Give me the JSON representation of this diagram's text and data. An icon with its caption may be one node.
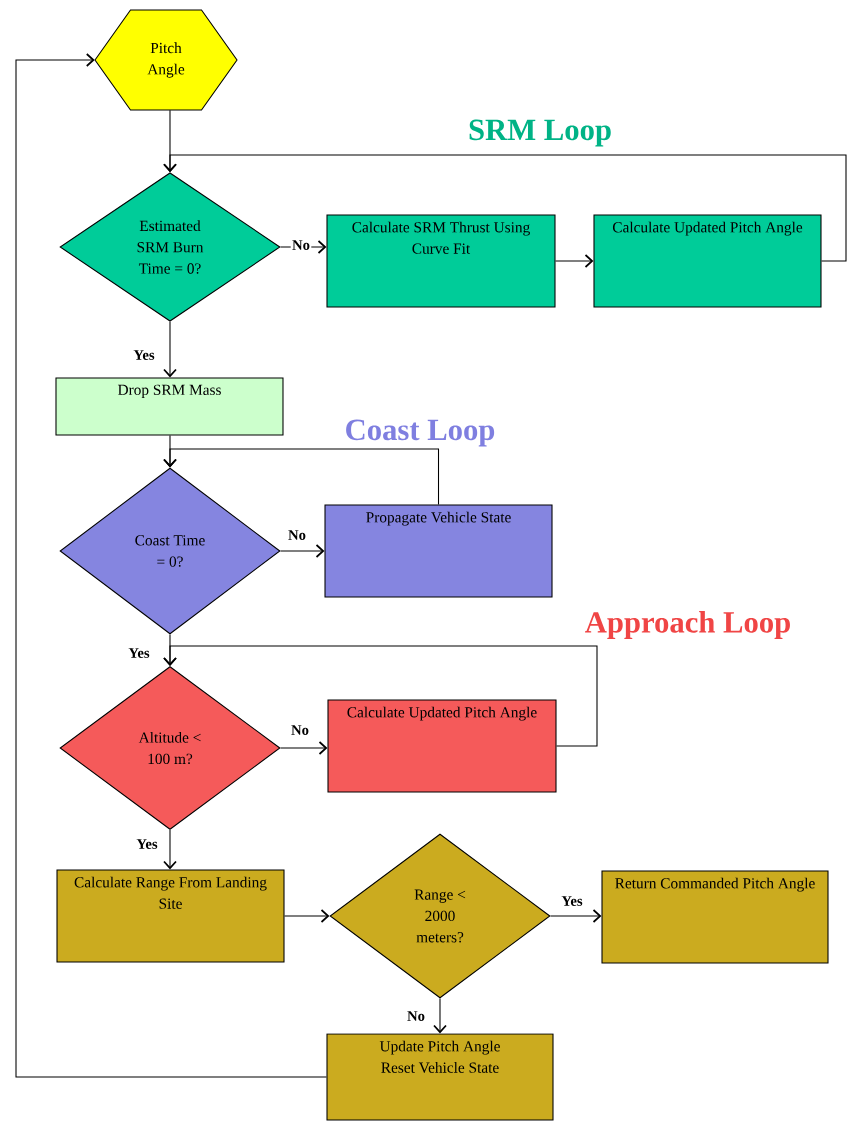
{
  "diagram": {
    "nodes": [
      {
        "text": [
          "Pitch Angle"
        ]
      },
      {
        "text": [
          "Estimated SRM Burn Time = 0?"
        ]
      },
      {
        "text": [
          "Calculate SRM Thrust Using Curve Fit"
        ]
      },
      {
        "text": [
          "Calculate Updated Pitch Angle"
        ]
      },
      {
        "text": [
          "Drop SRM Mass"
        ]
      },
      {
        "text": [
          "Coast Time = 0?"
        ]
      },
      {
        "text": [
          "Propagate Vehicle State"
        ]
      },
      {
        "text": [
          "Altitude < 100 m?"
        ]
      },
      {
        "text": [
          "Calculate Updated Pitch Angle"
        ]
      },
      {
        "text": [
          "Calculate Range From Landing Site"
        ]
      },
      {
        "text": [
          "Range < 2000 meters?"
        ]
      },
      {
        "text": [
          "Return Commanded Pitch Angle"
        ]
      },
      {
        "text": [
          "Update Pitch Angle",
          "Reset Vehicle State"
        ]
      }
    ],
    "edges": [
      {
        "from": 0,
        "to": 1,
        "arrow": "to"
      },
      {
        "from": 1,
        "to": 2,
        "arrow": "to",
        "label": "No"
      },
      {
        "from": 2,
        "to": 3,
        "arrow": "to"
      },
      {
        "from": 3,
        "to": 1,
        "arrow": "to"
      },
      {
        "from": 1,
        "to": 4,
        "arrow": "to",
        "label": "Yes"
      },
      {
        "from": 4,
        "to": 5,
        "arrow": "to"
      },
      {
        "from": 5,
        "to": 6,
        "arrow": "to",
        "label": "No"
      },
      {
        "from": 6,
        "to": 5,
        "arrow": "to"
      },
      {
        "from": 5,
        "to": 7,
        "arrow": "to",
        "label": "Yes"
      },
      {
        "from": 7,
        "to": 8,
        "arrow": "to",
        "label": "No"
      },
      {
        "from": 8,
        "to": 7,
        "arrow": "to"
      },
      {
        "from": 7,
        "to": 9,
        "arrow": "to",
        "label": "Yes"
      },
      {
        "from": 9,
        "to": 10,
        "arrow": "to"
      },
      {
        "from": 10,
        "to": 11,
        "arrow": "to",
        "label": "Yes"
      },
      {
        "from": 10,
        "to": 12,
        "arrow": "to",
        "label": "No"
      },
      {
        "from": 12,
        "to": 0,
        "arrow": "to"
      }
    ],
    "labels": [
      "SRM Loop",
      "Coast Loop",
      "Approach Loop"
    ]
  }
}
